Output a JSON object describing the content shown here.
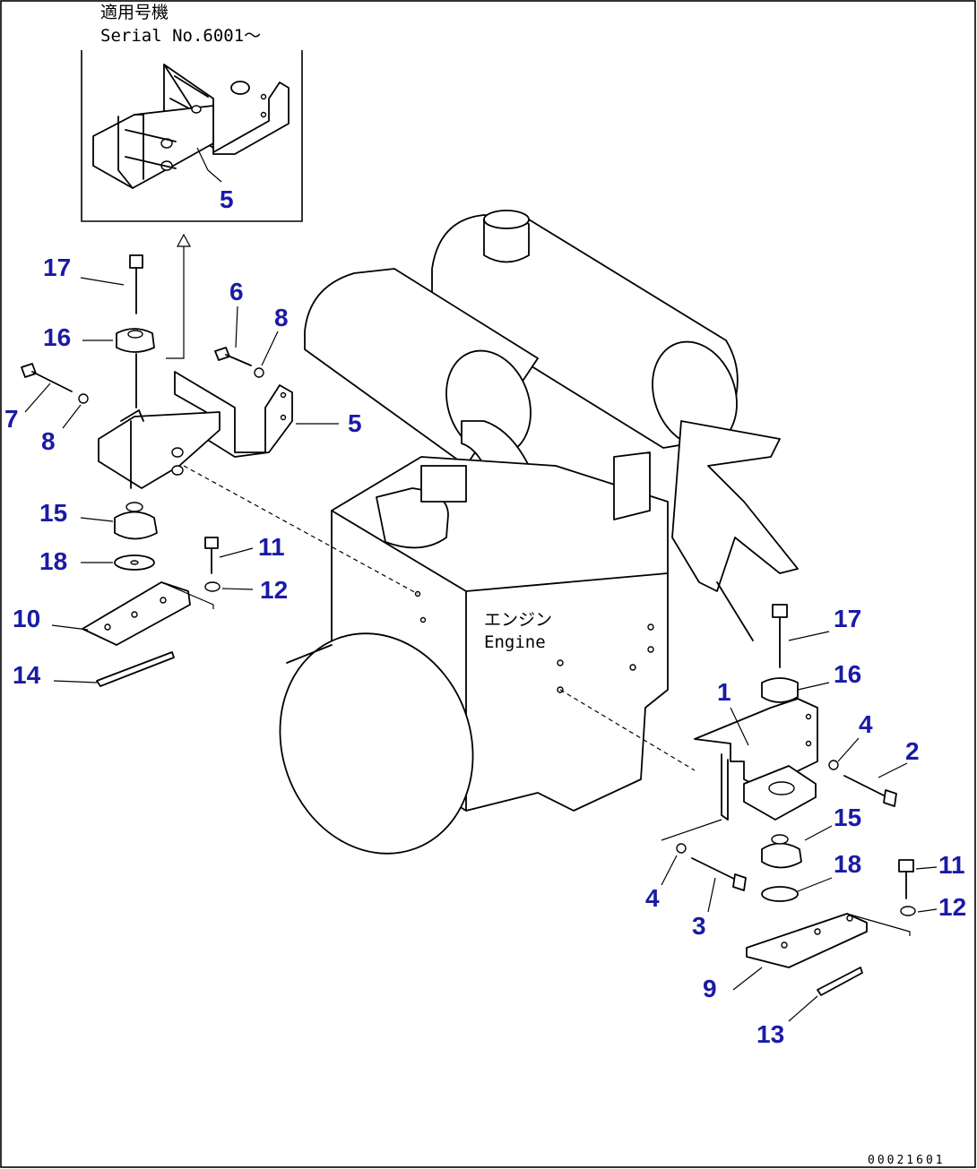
{
  "inset": {
    "title_jp": "適用号機",
    "serial": "Serial No.6001〜"
  },
  "engine_label": {
    "jp": "エンジン",
    "en": "Engine"
  },
  "drawing_number": "00021601",
  "callouts": {
    "inset_5": "5",
    "left_17": "17",
    "left_16": "16",
    "left_6": "6",
    "left_8_upper": "8",
    "left_7": "7",
    "left_8_lower": "8",
    "left_5": "5",
    "left_15": "15",
    "left_11": "11",
    "left_18": "18",
    "left_12": "12",
    "left_10": "10",
    "left_14": "14",
    "right_17": "17",
    "right_16": "16",
    "right_1": "1",
    "right_4_upper": "4",
    "right_2": "2",
    "right_15": "15",
    "right_18": "18",
    "right_11": "11",
    "right_4_lower": "4",
    "right_3": "3",
    "right_12": "12",
    "right_9": "9",
    "right_13": "13"
  }
}
